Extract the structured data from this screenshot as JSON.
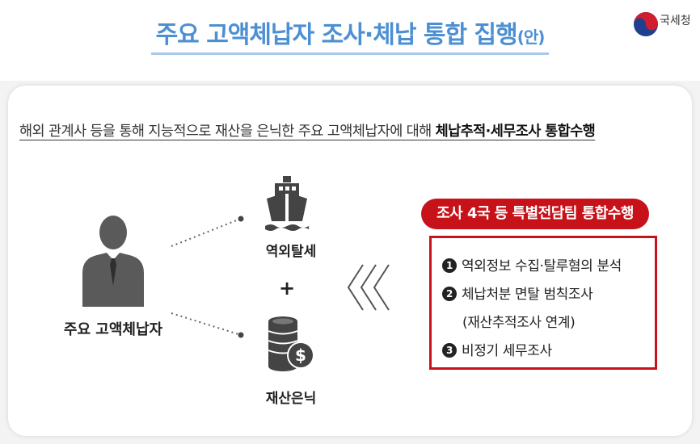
{
  "header": {
    "title": "주요 고액체납자 조사·체납 통합 집행",
    "title_suffix": "(안)",
    "logo_text": "국세청"
  },
  "subtitle": {
    "plain": "해외 관계사 등을 통해 지능적으로 재산을 은닉한 주요 고액체납자에 대해 ",
    "bold": "체납추적·세무조사 통합수행"
  },
  "left": {
    "label": "주요 고액체납자"
  },
  "middle": {
    "top_label": "역외탈세",
    "plus": "+",
    "bottom_label": "재산은닉"
  },
  "team": {
    "badge": "조사 4국 등 특별전담팀 통합수행",
    "items": [
      {
        "num": "1",
        "text": "역외정보 수집·탈루혐의 분석"
      },
      {
        "num": "2",
        "text": "체납처분 면탈 범칙조사"
      },
      {
        "num": "",
        "text": "(재산추적조사 연계)"
      },
      {
        "num": "3",
        "text": "비정기 세무조사"
      }
    ]
  },
  "colors": {
    "title": "#4d8fd3",
    "accent_red": "#c8121a",
    "icon_gray": "#555555"
  }
}
